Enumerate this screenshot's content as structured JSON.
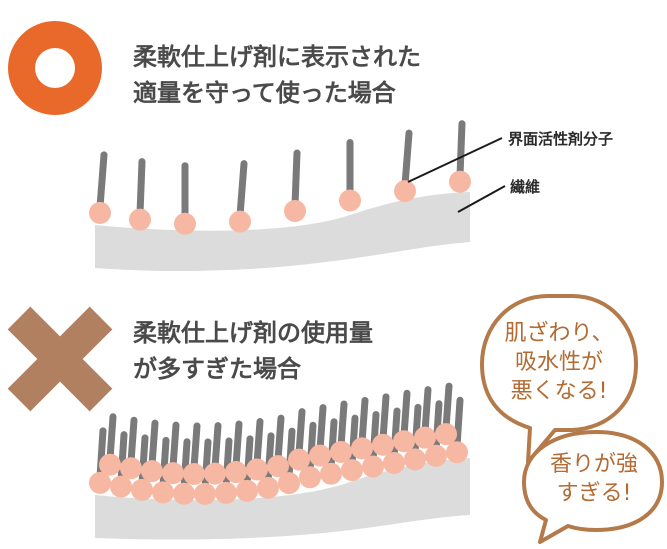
{
  "colors": {
    "good_mark": "#e8692a",
    "bad_mark": "#b08060",
    "fiber": "#dcdcdc",
    "tail": "#7a7a7a",
    "head": "#f7b8a3",
    "bubble_border": "#b57a4a",
    "bubble_text": "#b36a33",
    "caption_text": "#4a4a4a"
  },
  "top": {
    "mark_icon": "circle-ok-icon",
    "caption_line1": "柔軟仕上げ剤に表示された",
    "caption_line2": "適量を守って使った場合",
    "label_surfactant": "界面活性剤分子",
    "label_fiber": "繊維"
  },
  "bottom": {
    "mark_icon": "cross-ng-icon",
    "caption_line1": "柔軟仕上げ剤の使用量",
    "caption_line2": "が多すぎた場合",
    "bubble1_line1": "肌ざわり、",
    "bubble1_line2": "吸水性が",
    "bubble1_line3": "悪くなる!",
    "bubble2_line1": "香りが強",
    "bubble2_line2": "すぎる!"
  }
}
